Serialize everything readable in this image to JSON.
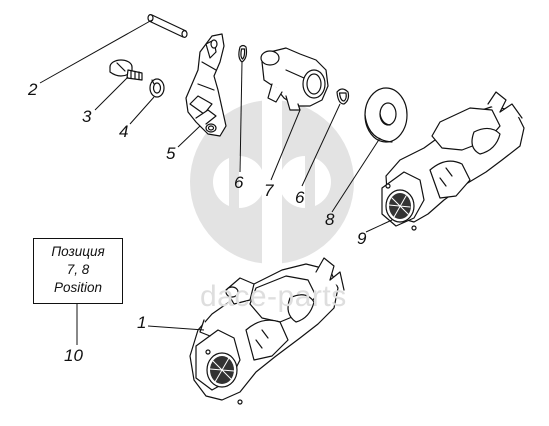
{
  "callouts": {
    "c1": "1",
    "c2": "2",
    "c3": "3",
    "c4": "4",
    "c5": "5",
    "c6a": "6",
    "c6b": "6",
    "c7": "7",
    "c8": "8",
    "c9": "9",
    "c10": "10"
  },
  "note": {
    "line1": "Позиция",
    "line2": "7, 8",
    "line3": "Position"
  },
  "watermark": {
    "text": "dace-parts",
    "color": "#dedede"
  },
  "colors": {
    "ink": "#111111",
    "paper": "#ffffff",
    "watermark": "#dedede"
  }
}
